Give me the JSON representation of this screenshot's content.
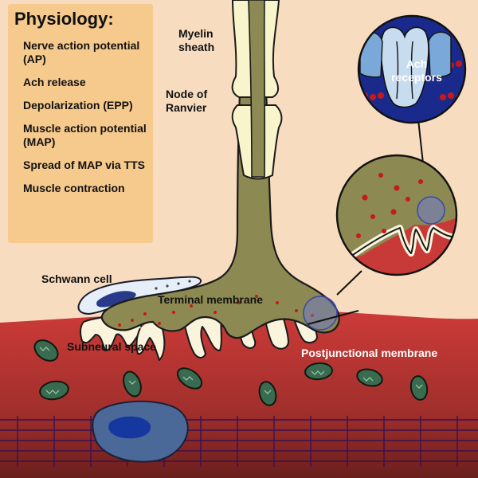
{
  "physiology": {
    "title": "Physiology:",
    "steps": [
      "Nerve action potential (AP)",
      "Ach release",
      "Depolarization (EPP)",
      "Muscle action potential (MAP)",
      "Spread of MAP via TTS",
      "Muscle contraction"
    ]
  },
  "labels": {
    "myelin_sheath": "Myelin sheath",
    "node_of_ranvier": "Node of Ranvier",
    "ach_receptors": "Ach receptors",
    "schwann_cell": "Schwann cell",
    "terminal_membrane": "Terminal membrane",
    "subneural_space": "Subneural space",
    "postjunctional_membrane": "Postjunctional membrane"
  },
  "colors": {
    "background": "#f8dcc0",
    "panel": "#f6c98c",
    "muscle": "#c83a38",
    "nerve": "#8c8a52",
    "myelin": "#f8f4cc",
    "vesicle": "#c81818",
    "receptor_disc": "#1a2a8c"
  }
}
